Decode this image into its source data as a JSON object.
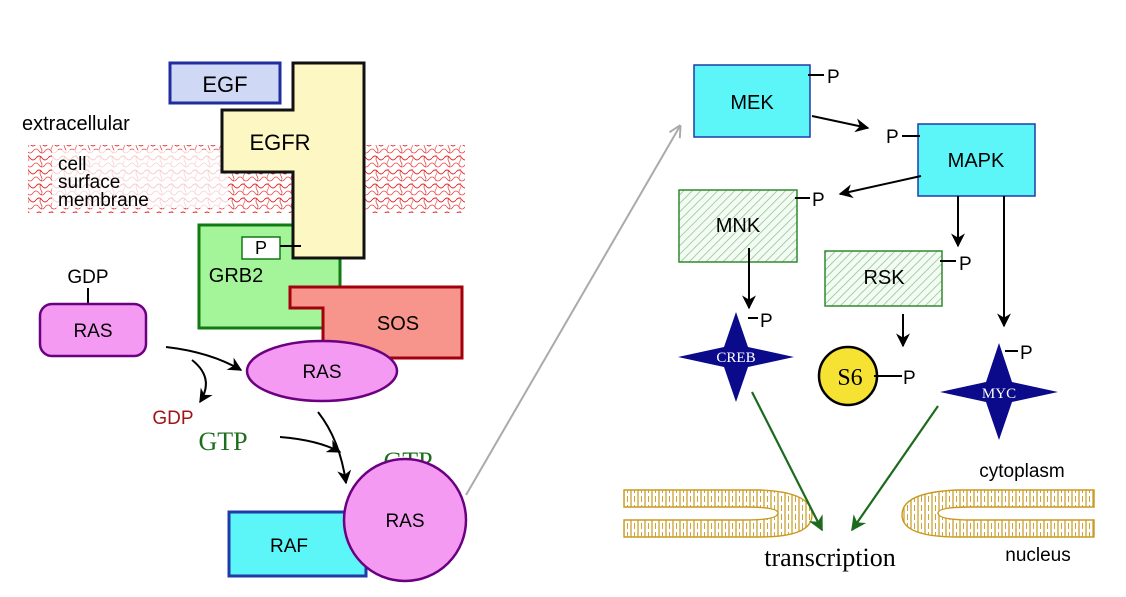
{
  "labels": {
    "egf": "EGF",
    "egfr": "EGFR",
    "extracellular": "extracellular",
    "membrane_line1": "cell",
    "membrane_line2": "surface",
    "membrane_line3": "membrane",
    "grb2_p": "P",
    "grb2": "GRB2",
    "sos": "SOS",
    "gdp_top": "GDP",
    "ras_inactive": "RAS",
    "ras_sos": "RAS",
    "gdp_released": "GDP",
    "gtp_incoming": "GTP",
    "gtp_bound": "GTP",
    "ras_active": "RAS",
    "raf": "RAF",
    "mek": "MEK",
    "mek_p": "P",
    "mapk_p": "P",
    "mapk": "MAPK",
    "mnk": "MNK",
    "mnk_p": "P",
    "rsk": "RSK",
    "rsk_p": "P",
    "creb": "CREB",
    "creb_p": "P",
    "s6": "S6",
    "s6_p": "P",
    "myc": "MYC",
    "myc_p": "P",
    "cytoplasm": "cytoplasm",
    "nucleus": "nucleus",
    "transcription": "transcription"
  },
  "colors": {
    "egf_fill": "#cfd8f5",
    "egf_stroke": "#1f2d9e",
    "egfr_fill": "#fdf7c3",
    "grb2_fill": "#a4f59a",
    "grb2_stroke": "#127a12",
    "sos_fill": "#f7948c",
    "sos_stroke": "#a3000d",
    "ras_fill": "#f59af2",
    "ras_stroke": "#6b0080",
    "cyan_fill": "#5cf6f9",
    "cyan_stroke": "#1f3ba8",
    "hatch_green": "#2f8a2f",
    "star_navy": "#0a0a8a",
    "s6_fill": "#f6e233",
    "membrane_red": "#e03030",
    "nucleus_gold": "#c99a20",
    "gdp_red": "#a01616",
    "gtp_green": "#1e6e1e",
    "transcription_arrow": "#1c6b1c",
    "gray_arrow": "#aaaaaa"
  }
}
